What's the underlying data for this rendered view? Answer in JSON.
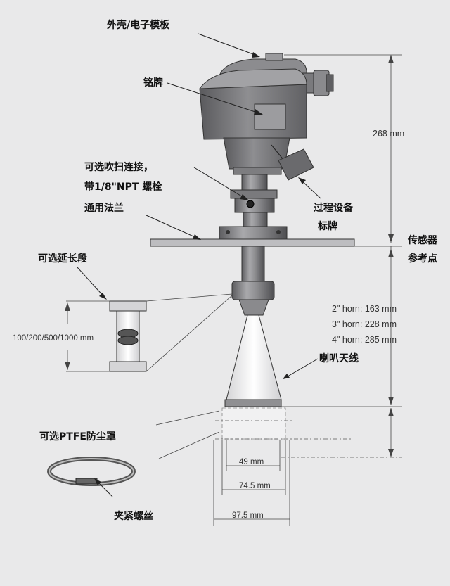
{
  "labels": {
    "housing": "外壳/电子模板",
    "nameplate": "铭牌",
    "purge_line1": "可选吹扫连接，",
    "purge_line2": "带1/8\"NPT 螺栓",
    "flange": "通用法兰",
    "process_tag_line1": "过程设备",
    "process_tag_line2": "标牌",
    "sensor_ref_line1": "传感器",
    "sensor_ref_line2": "参考点",
    "extension": "可选延长段",
    "horn_antenna": "喇叭天线",
    "dust_cover": "可选PTFE防尘罩",
    "clamp": "夹紧螺丝"
  },
  "dimensions": {
    "housing_height": "268 mm",
    "extension_lengths": "100/200/500/1000 mm",
    "horn_2in": "2\" horn: 163 mm",
    "horn_3in": "3\" horn: 228 mm",
    "horn_4in": "4\" horn: 285 mm",
    "width_49": "49 mm",
    "width_74_5": "74.5 mm",
    "width_97_5": "97.5 mm"
  },
  "colors": {
    "background": "#e9e9ea",
    "metal_dark": "#6f6f72",
    "metal_mid": "#9a9a9d",
    "metal_light": "#c9c9cb",
    "line": "#222222"
  }
}
